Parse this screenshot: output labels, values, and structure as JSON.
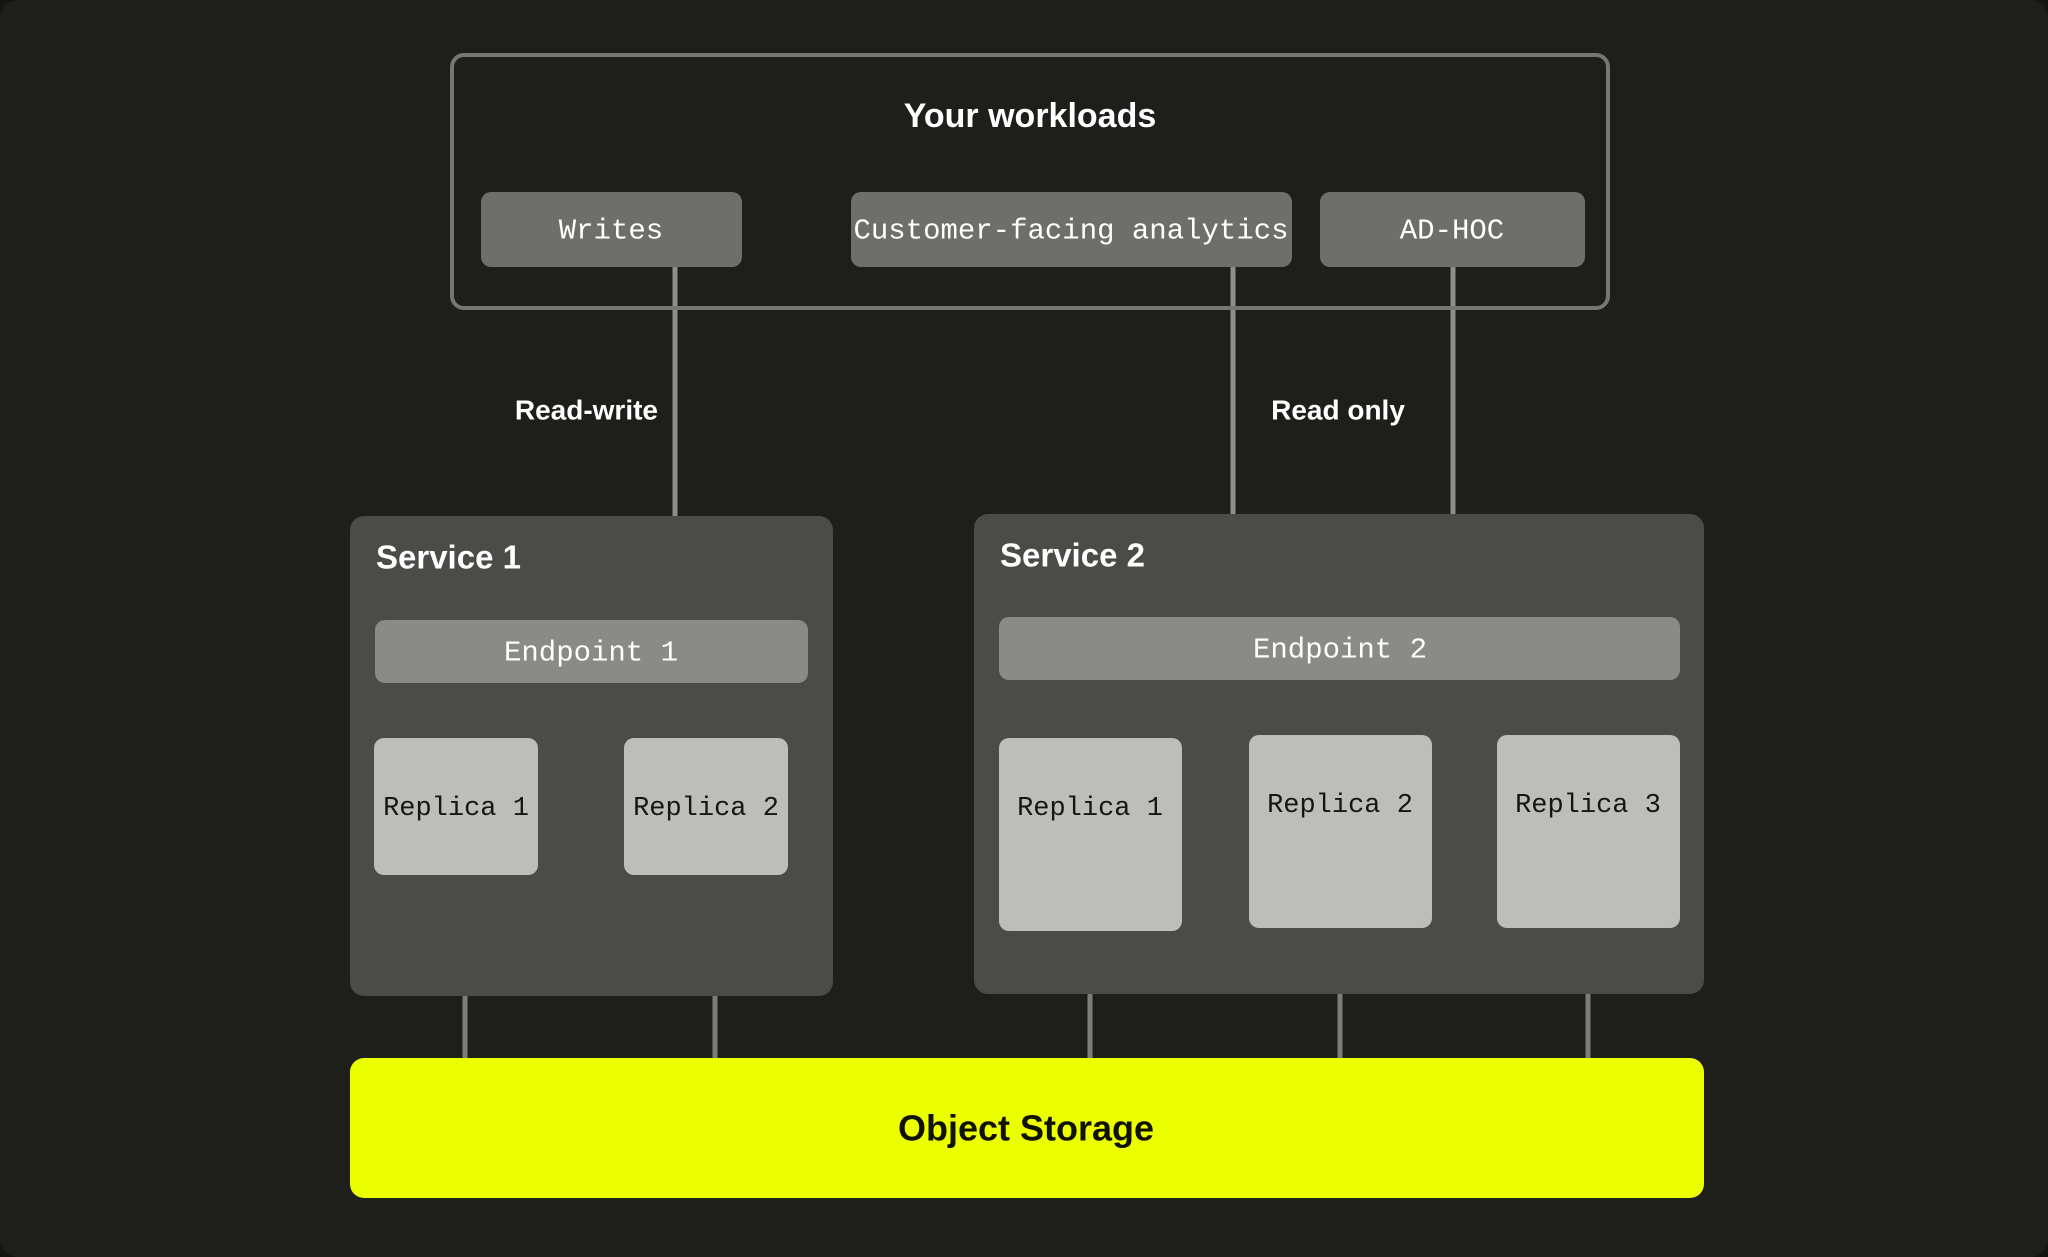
{
  "theme": {
    "page_background": "#141512",
    "canvas_background": "#1e1f1b",
    "service_box": "#4b4b48",
    "endpoint_box": "#8a8a86",
    "replica_box": "#bdbdba",
    "workload_chip": "#6e6e6a",
    "connector": "#8f8f8a",
    "object_storage_accent": "#ecff00",
    "text_light": "#ffffff",
    "text_dark": "#16160f"
  },
  "workloads": {
    "title": "Your workloads",
    "chips": [
      {
        "label": "Writes"
      },
      {
        "label": "Customer-facing analytics"
      },
      {
        "label": "AD-HOC"
      }
    ]
  },
  "edge_labels": {
    "read_write": "Read-write",
    "read_only": "Read only"
  },
  "services": [
    {
      "title": "Service 1",
      "endpoint": "Endpoint 1",
      "replicas": [
        {
          "label": "Replica 1"
        },
        {
          "label": "Replica 2"
        }
      ]
    },
    {
      "title": "Service 2",
      "endpoint": "Endpoint 2",
      "replicas": [
        {
          "label": "Replica 1"
        },
        {
          "label": "Replica 2"
        },
        {
          "label": "Replica 3"
        }
      ]
    }
  ],
  "storage": {
    "label": "Object Storage"
  }
}
